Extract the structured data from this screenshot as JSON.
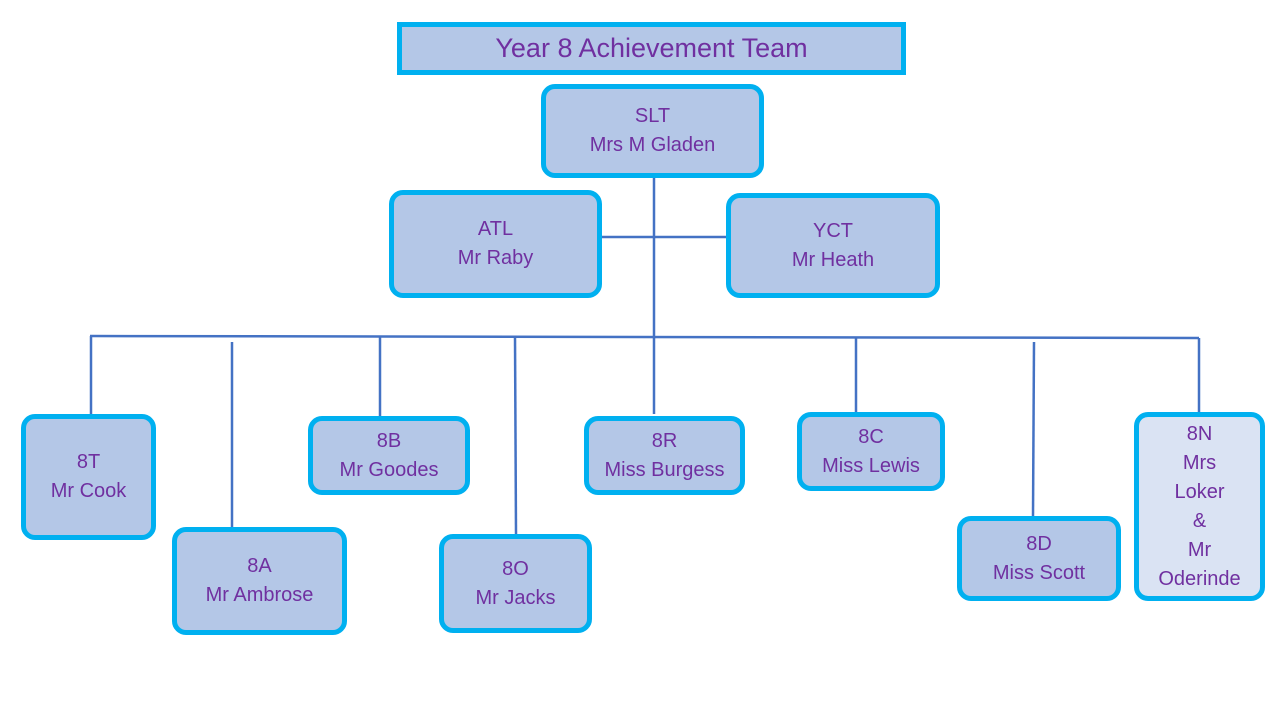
{
  "title": "Year 8 Achievement Team",
  "colors": {
    "fill": "#b4c7e7",
    "fill_light": "#dae3f3",
    "border": "#00b0f0",
    "text": "#7030a0",
    "line": "#4472c4"
  },
  "nodes": {
    "slt": {
      "role": "SLT",
      "name": "Mrs M Gladen"
    },
    "atl": {
      "role": "ATL",
      "name": "Mr Raby"
    },
    "yct": {
      "role": "YCT",
      "name": "Mr Heath"
    },
    "t": {
      "role": "8T",
      "name": "Mr Cook"
    },
    "a": {
      "role": "8A",
      "name": "Mr Ambrose"
    },
    "b": {
      "role": "8B",
      "name": "Mr Goodes"
    },
    "o": {
      "role": "8O",
      "name": "Mr Jacks"
    },
    "r": {
      "role": "8R",
      "name": "Miss Burgess"
    },
    "c": {
      "role": "8C",
      "name": "Miss Lewis"
    },
    "d": {
      "role": "8D",
      "name": "Miss Scott"
    },
    "n": {
      "role": "8N",
      "lines": [
        "Mrs",
        "Loker",
        "&",
        "Mr",
        "Oderinde"
      ]
    }
  }
}
